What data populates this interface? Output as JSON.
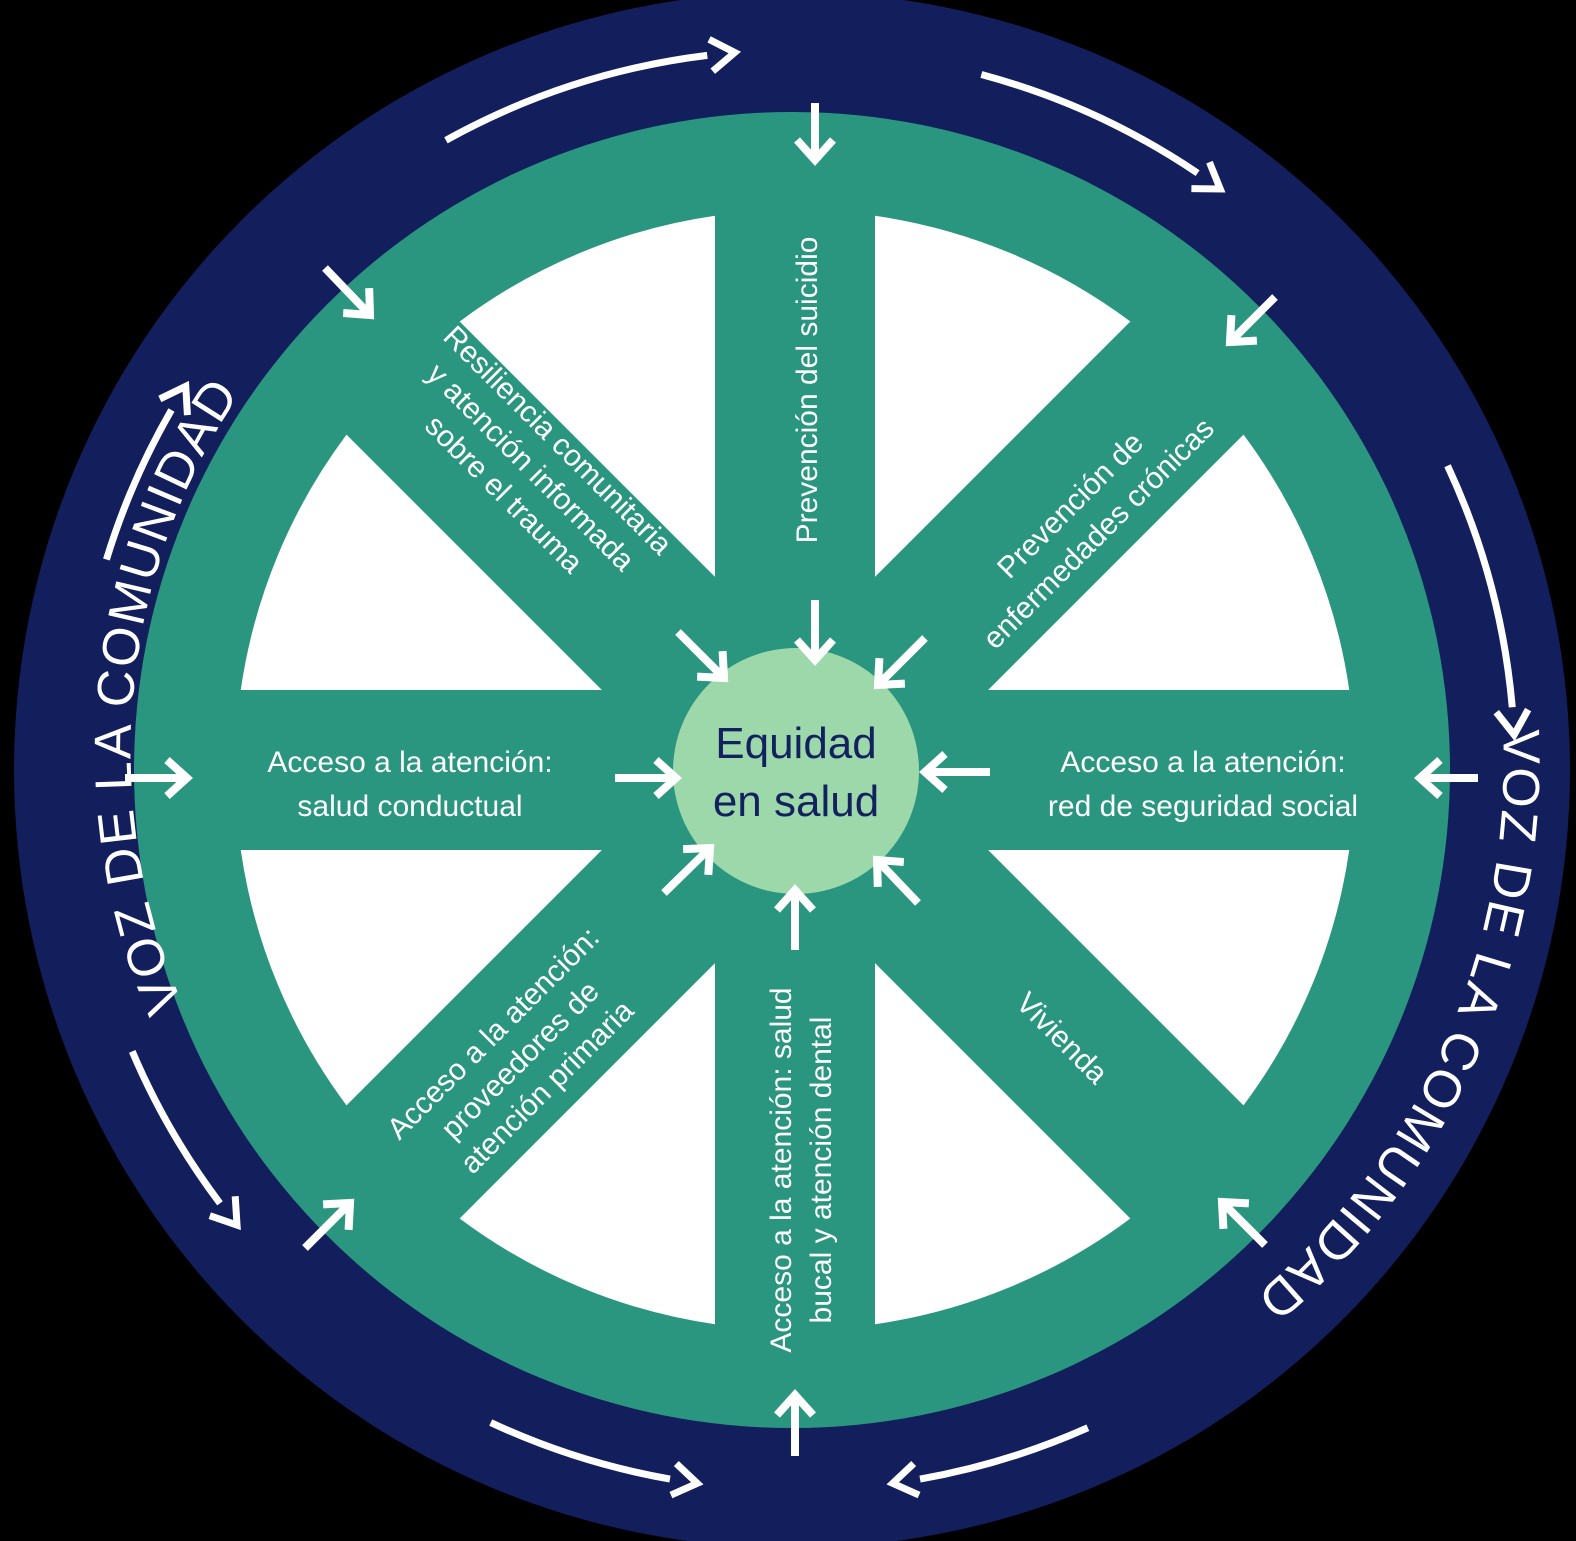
{
  "colors": {
    "outer_ring": "#131e5c",
    "wheel": "#2a9680",
    "hub": "#9dd8aa",
    "hub_text": "#14215f",
    "window": "#ffffff",
    "arrows": "#ffffff"
  },
  "ring": {
    "left_label": "VOZ DE LA COMUNIDAD",
    "right_label": "VOZ DE LA COMUNIDAD"
  },
  "hub": {
    "line1": "Equidad",
    "line2": "en salud"
  },
  "spokes": {
    "top": {
      "line1": "Prevención del suicidio"
    },
    "top_right": {
      "line1": "Prevención de",
      "line2": "enfermedades crónicas"
    },
    "right": {
      "line1": "Acceso a la atención:",
      "line2": "red de seguridad social"
    },
    "bottom_right": {
      "line1": "Vivienda"
    },
    "bottom": {
      "line1": "Acceso a la atención: salud",
      "line2": "bucal y atención dental"
    },
    "bottom_left": {
      "line1": "Acceso a la atención:",
      "line2": "proveedores de",
      "line3": "atención primaria"
    },
    "left": {
      "line1": "Acceso a la atención:",
      "line2": "salud conductual"
    },
    "top_left": {
      "line1": "Resiliencia comunitaria",
      "line2": "y atención informada",
      "line3": "sobre el trauma"
    }
  },
  "icons": {
    "inward_arrows": "arrow-icon",
    "ring_arrows": "curved-arrow-icon"
  }
}
